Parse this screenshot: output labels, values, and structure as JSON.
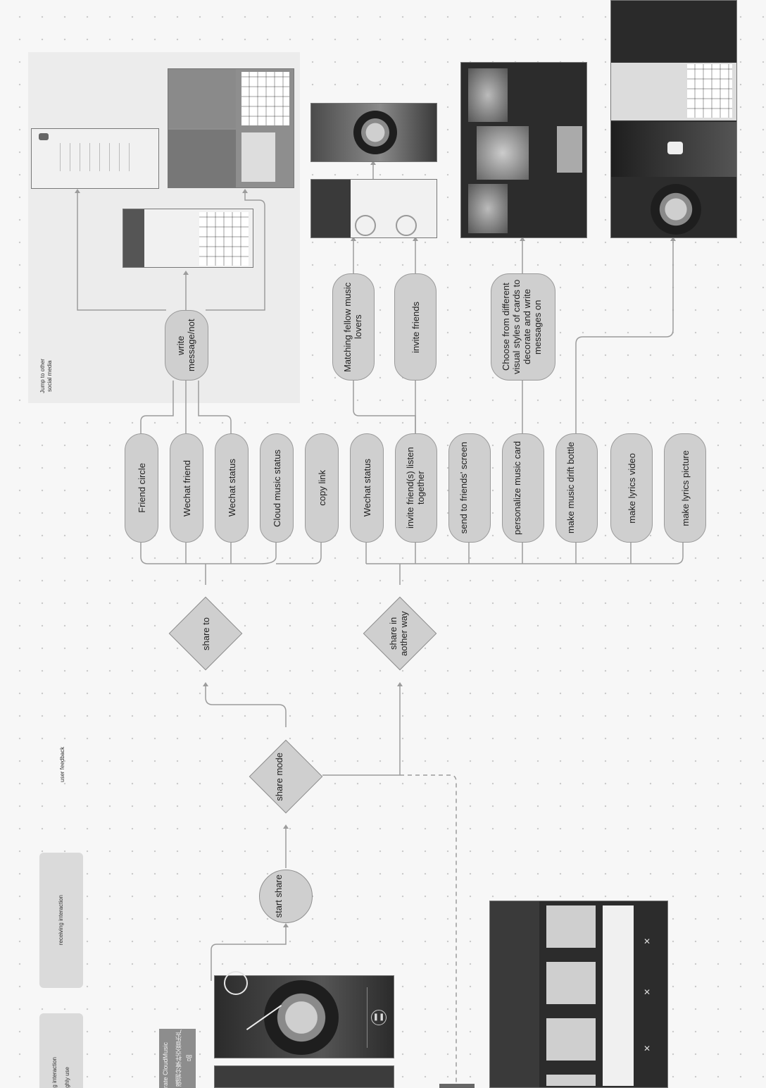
{
  "labels": {
    "jump_to_social": "Jump to other social media",
    "user_feedback": "user feedback",
    "receiving_interaction": "receiving interaction",
    "partial_interaction": "g interaction",
    "partial_highly_use": "ghly use",
    "partial_cloudmusic": "rate CloudMusic",
    "partial_chinese": "强调分享社交音乐产品"
  },
  "nodes": {
    "start_share": "start share",
    "share_mode": "share mode",
    "share_to": "share to",
    "share_another": "share in aother way",
    "write_message": "write message/not",
    "matching": "Matching fellow music lovers",
    "invite_friends": "invite friends",
    "choose_cards": "Choose from different visual styles of cards to decorate and write messages on",
    "options": [
      "Friend circle",
      "Wechat friend",
      "Wechat status",
      "Cloud music status",
      "copy link",
      "Wechat status",
      "invite friend(s) listen together",
      "send to friends' screen",
      "personalize music card",
      "make music drift bottle",
      "make lyrics video",
      "make lyrics picture"
    ]
  },
  "colors": {
    "node_fill": "#cfcfcf",
    "node_stroke": "#9a9a9a",
    "line": "#9c9c9c",
    "screenshot_dark": "#2c2c2c"
  }
}
